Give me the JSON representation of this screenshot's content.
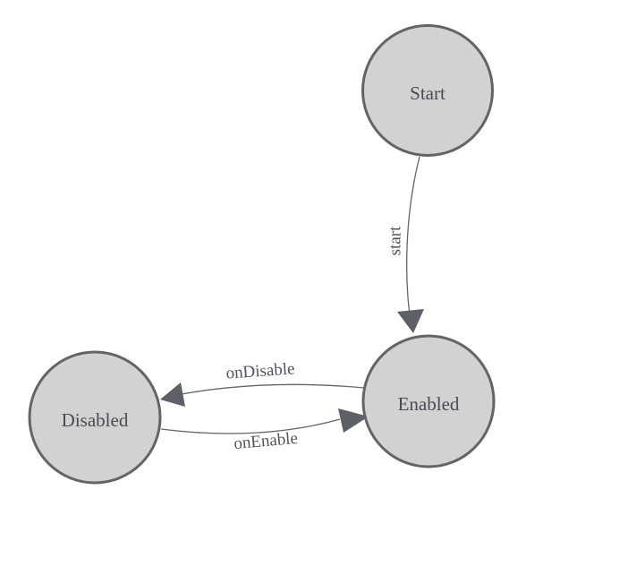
{
  "diagram": {
    "type": "state-machine",
    "nodes": [
      {
        "id": "start",
        "label": "Start"
      },
      {
        "id": "enabled",
        "label": "Enabled"
      },
      {
        "id": "disabled",
        "label": "Disabled"
      }
    ],
    "edges": [
      {
        "from": "start",
        "to": "enabled",
        "label": "start"
      },
      {
        "from": "enabled",
        "to": "disabled",
        "label": "onDisable"
      },
      {
        "from": "disabled",
        "to": "enabled",
        "label": "onEnable"
      }
    ],
    "colors": {
      "background": "#ffffff",
      "node_fill": "#d2d2d2",
      "node_border": "#646464",
      "edge_line": "#646464",
      "arrowhead": "#5d6066",
      "label_text": "#484c52"
    }
  }
}
